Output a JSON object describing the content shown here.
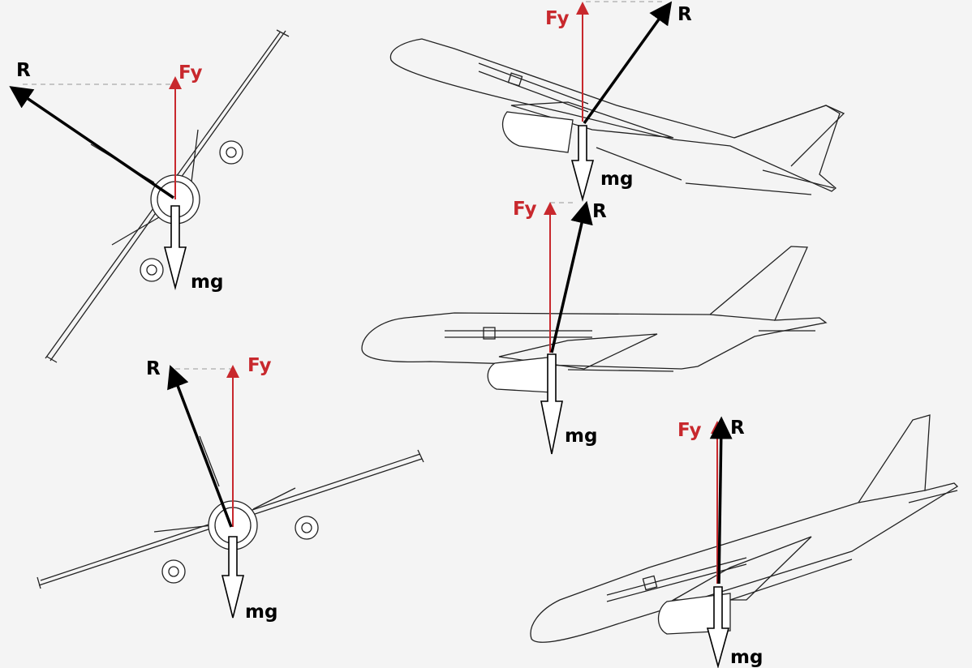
{
  "scenes": [
    {
      "id": "front-bank-left",
      "labels": {
        "resultant": "R",
        "lift_vertical": "Fy",
        "weight": "mg"
      }
    },
    {
      "id": "side-climb-steep",
      "labels": {
        "resultant": "R",
        "lift_vertical": "Fy",
        "weight": "mg"
      }
    },
    {
      "id": "side-level",
      "labels": {
        "resultant": "R",
        "lift_vertical": "Fy",
        "weight": "mg"
      }
    },
    {
      "id": "front-bank-right",
      "labels": {
        "resultant": "R",
        "lift_vertical": "Fy",
        "weight": "mg"
      }
    },
    {
      "id": "side-descend",
      "labels": {
        "resultant": "R",
        "lift_vertical": "Fy",
        "weight": "mg"
      }
    }
  ],
  "colors": {
    "lift_vertical": "#c8282d",
    "resultant": "#000000",
    "weight": "#000000",
    "background": "#f4f4f4"
  }
}
